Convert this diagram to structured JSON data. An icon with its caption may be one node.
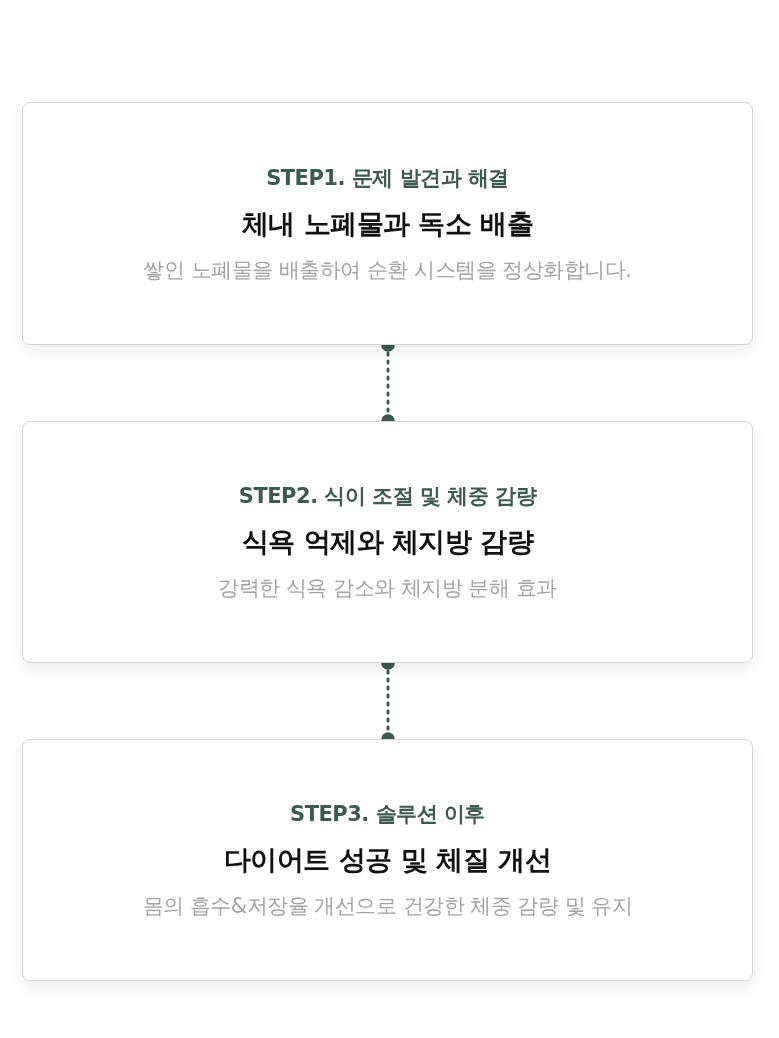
{
  "diagram": {
    "nodes": [
      {
        "text": [
          "STEP1. 문제 발견과 해결",
          "체내 노폐물과 독소 배출",
          "쌓인 노폐물을 배출하여 순환 시스템을 정상화합니다."
        ]
      },
      {
        "text": [
          "STEP2. 식이 조절 및 체중 감량",
          "식욕 억제와 체지방 감량",
          "강력한 식욕 감소와 체지방 분해 효과"
        ]
      },
      {
        "text": [
          "STEP3. 솔루션 이후",
          "다이어트 성공 및 체질 개선",
          "몸의 흡수&저장율 개선으로 건강한 체중 감량 및 유지"
        ]
      }
    ],
    "edges": [
      {
        "from": 0,
        "to": 1,
        "arrow": "other",
        "style": "dashed"
      },
      {
        "from": 1,
        "to": 2,
        "arrow": "other",
        "style": "dashed"
      }
    ]
  }
}
